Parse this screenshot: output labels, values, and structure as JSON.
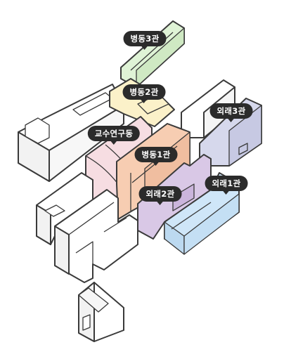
{
  "buildings": [
    {
      "id": "ward3",
      "label": "병동3관",
      "color": "#dff3d6"
    },
    {
      "id": "ward2",
      "label": "병동2관",
      "color": "#fbf1c9"
    },
    {
      "id": "faculty",
      "label": "교수연구동",
      "color": "#f6dde2"
    },
    {
      "id": "ward1",
      "label": "병동1관",
      "color": "#f7cdb2"
    },
    {
      "id": "out3",
      "label": "외래3관",
      "color": "#d6d8ec"
    },
    {
      "id": "out2",
      "label": "외래2관",
      "color": "#d9c8e6"
    },
    {
      "id": "out1",
      "label": "외래1관",
      "color": "#cfe6f8"
    }
  ],
  "neutral_color": "#ffffff",
  "outline_color": "#3a3a3a"
}
